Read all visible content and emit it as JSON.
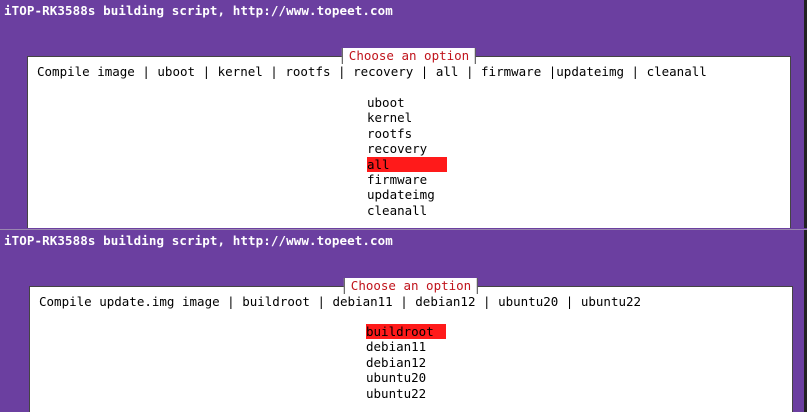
{
  "top": {
    "title": "iTOP-RK3588s building script, http://www.topeet.com",
    "dialog_title": "Choose an option",
    "prompt": "Compile image | uboot | kernel | rootfs | recovery | all | firmware |updateimg | cleanall",
    "items": [
      "uboot",
      "kernel",
      "rootfs",
      "recovery",
      "all",
      "firmware",
      "updateimg",
      "cleanall"
    ],
    "selected": "all"
  },
  "bottom": {
    "title": "iTOP-RK3588s building script, http://www.topeet.com",
    "dialog_title": "Choose an option",
    "prompt": "Compile update.img image | buildroot | debian11 | debian12 | ubuntu20 | ubuntu22",
    "items": [
      "buildroot",
      "debian11",
      "debian12",
      "ubuntu20",
      "ubuntu22"
    ],
    "selected": "buildroot"
  },
  "colors": {
    "background": "#6b3fa0",
    "dialog_title": "#c0141c",
    "selection": "#ff1a1a"
  }
}
